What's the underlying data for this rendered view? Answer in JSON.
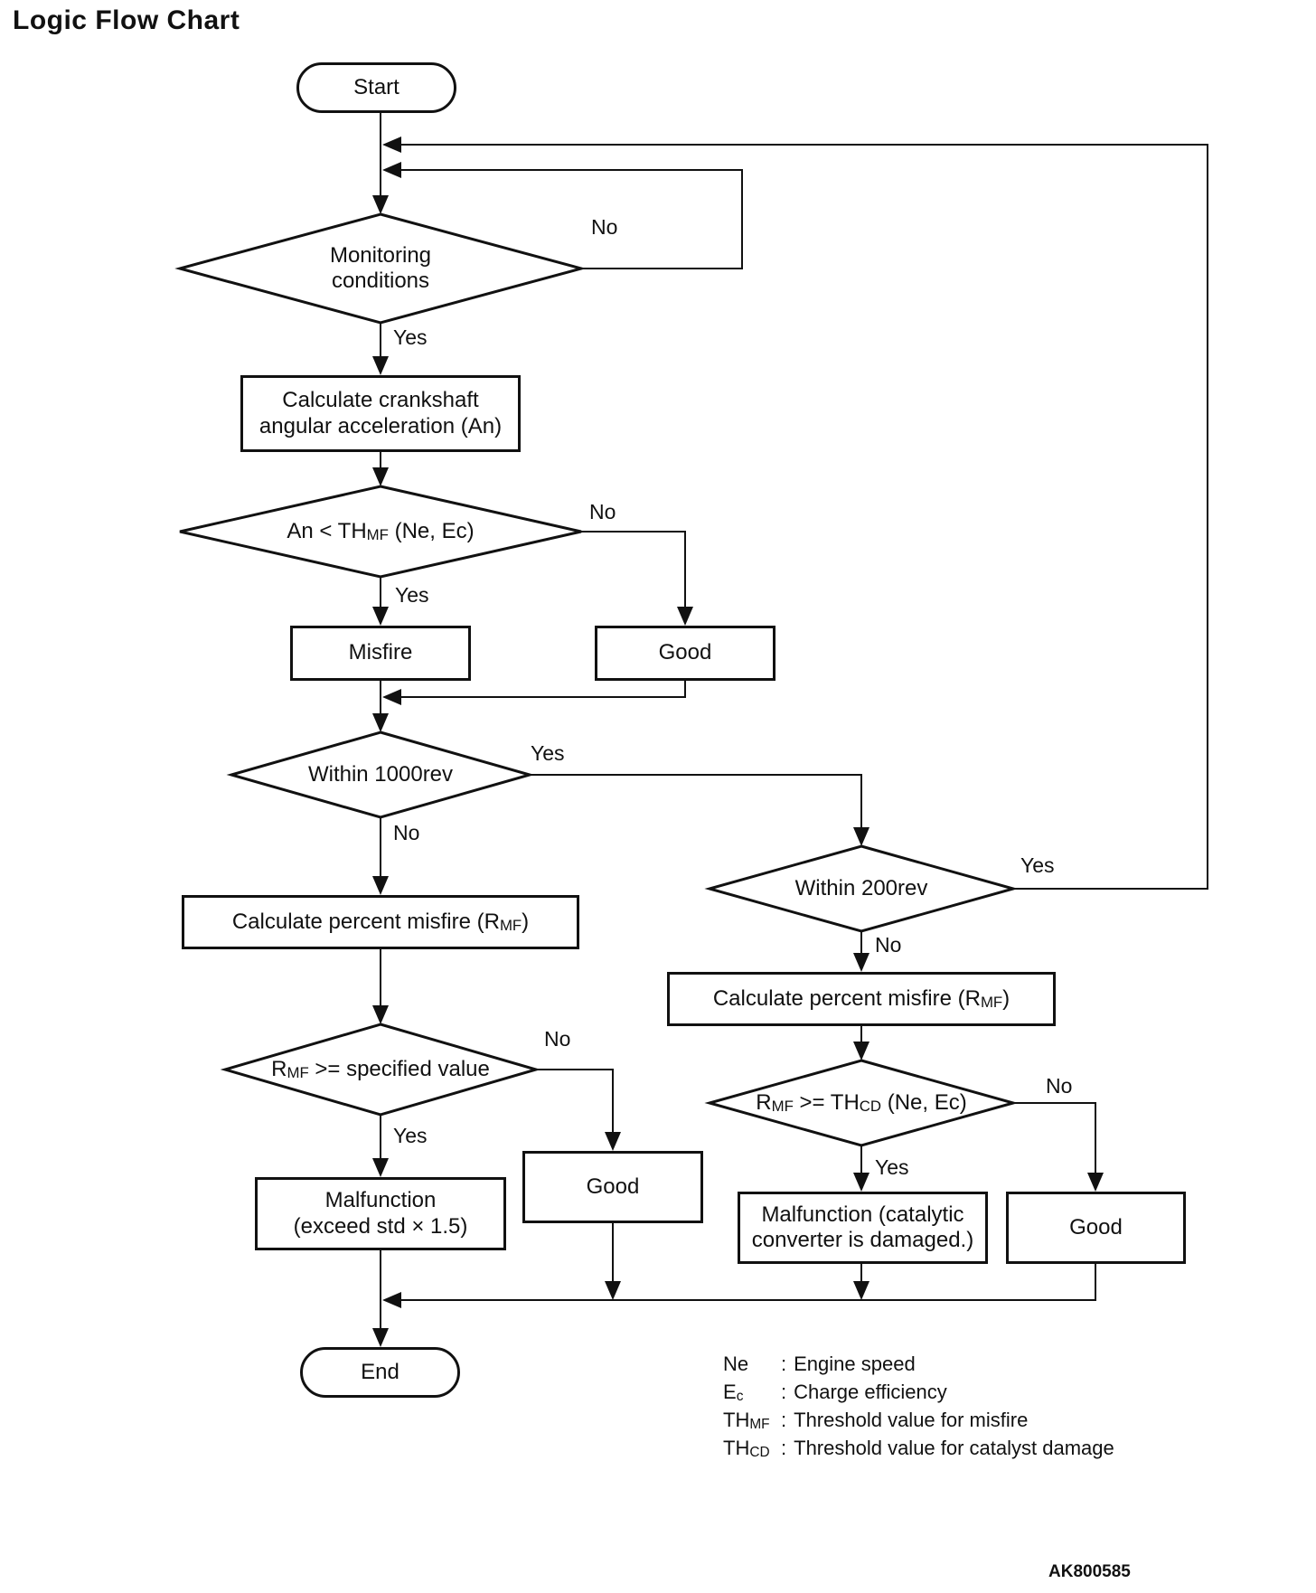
{
  "title": "Logic Flow Chart",
  "code": "AK800585",
  "colors": {
    "ink": "#111111",
    "background": "#ffffff"
  },
  "labels": {
    "yes": "Yes",
    "no": "No"
  },
  "nodes": {
    "start": {
      "label": "Start"
    },
    "monitoring": {
      "line1": "Monitoring",
      "line2": "conditions"
    },
    "calc_an": {
      "line1": "Calculate crankshaft",
      "line2": "angular acceleration (An)"
    },
    "an_threshold": {
      "rich": [
        {
          "t": "An < TH"
        },
        {
          "sub": "MF"
        },
        {
          "t": " (Ne, Ec)"
        }
      ]
    },
    "misfire": {
      "label": "Misfire"
    },
    "good1": {
      "label": "Good"
    },
    "within1000": {
      "label": "Within 1000rev"
    },
    "calc_rmf_left": {
      "rich": [
        {
          "t": "Calculate percent misfire (R"
        },
        {
          "sub": "MF"
        },
        {
          "t": ")"
        }
      ]
    },
    "rmf_specified": {
      "rich": [
        {
          "t": "R"
        },
        {
          "sub": "MF"
        },
        {
          "t": " >= specified value"
        }
      ]
    },
    "malfunction_std": {
      "line1": "Malfunction",
      "line2": "(exceed std × 1.5)"
    },
    "good2": {
      "label": "Good"
    },
    "within200": {
      "label": "Within 200rev"
    },
    "calc_rmf_right": {
      "rich": [
        {
          "t": "Calculate percent misfire (R"
        },
        {
          "sub": "MF"
        },
        {
          "t": ")"
        }
      ]
    },
    "rmf_thcd": {
      "rich": [
        {
          "t": "R"
        },
        {
          "sub": "MF"
        },
        {
          "t": " >= TH"
        },
        {
          "sub": "CD"
        },
        {
          "t": " (Ne, Ec)"
        }
      ]
    },
    "malfunction_cat": {
      "line1": "Malfunction (catalytic",
      "line2": "converter is damaged.)"
    },
    "good3": {
      "label": "Good"
    },
    "end": {
      "label": "End"
    }
  },
  "legend": {
    "separator": ":",
    "rows": [
      {
        "term": [
          {
            "t": "Ne"
          }
        ],
        "def": "Engine speed"
      },
      {
        "term": [
          {
            "t": "E"
          },
          {
            "sub": "c"
          }
        ],
        "def": "Charge efficiency"
      },
      {
        "term": [
          {
            "t": "TH"
          },
          {
            "sub": "MF"
          }
        ],
        "def": "Threshold value for misfire"
      },
      {
        "term": [
          {
            "t": "TH"
          },
          {
            "sub": "CD"
          }
        ],
        "def": "Threshold value for catalyst damage"
      }
    ]
  }
}
